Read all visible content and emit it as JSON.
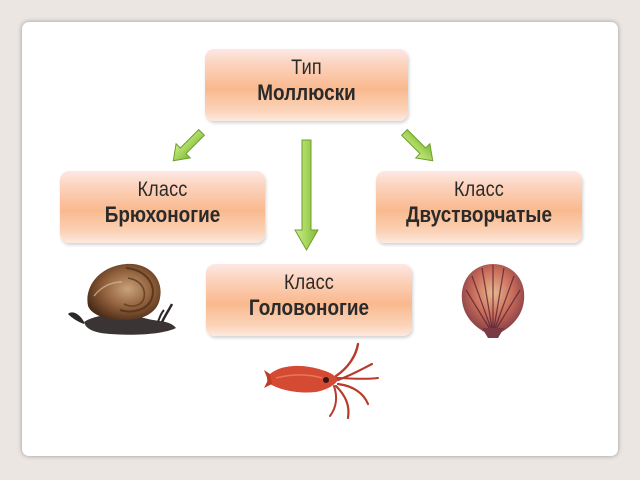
{
  "nodes": {
    "phylum": {
      "line1": "Тип",
      "line2": "Моллюски"
    },
    "gastropoda": {
      "line1": "Класс",
      "line2": "Брюхоногие"
    },
    "bivalvia": {
      "line1": "Класс",
      "line2": "Двустворчатые"
    },
    "cephalopoda": {
      "line1": "Класс",
      "line2": "Головоногие"
    }
  },
  "colors": {
    "arrow_fill": "#a6d65c",
    "arrow_stroke": "#6f9f2c",
    "box_base": "#f9b98e",
    "slide_bg": "#ffffff",
    "page_bg": "#ece6e2"
  },
  "images": [
    "snail-illustration",
    "scallop-illustration",
    "squid-illustration"
  ]
}
